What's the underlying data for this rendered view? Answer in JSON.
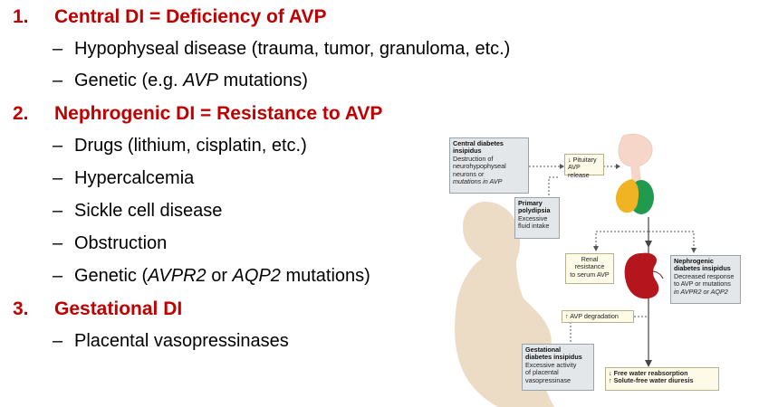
{
  "outline": [
    {
      "number": "1.",
      "heading": "Central DI = Deficiency of AVP",
      "items": [
        {
          "parts": [
            "Hypophyseal disease (trauma, tumor, granuloma, etc.)"
          ]
        },
        {
          "parts": [
            "Genetic (e.g. ",
            "AVP",
            " mutations)"
          ]
        }
      ]
    },
    {
      "number": "2.",
      "heading": "Nephrogenic DI = Resistance to AVP",
      "items": [
        {
          "parts": [
            "Drugs (lithium, cisplatin, etc.)"
          ]
        },
        {
          "parts": [
            "Hypercalcemia"
          ]
        },
        {
          "parts": [
            "Sickle cell disease"
          ]
        },
        {
          "parts": [
            "Obstruction"
          ]
        },
        {
          "parts": [
            "Genetic (",
            "AVPR2",
            " or ",
            "AQP2",
            " mutations)"
          ]
        }
      ]
    },
    {
      "number": "3.",
      "heading": "Gestational DI",
      "items": [
        {
          "parts": [
            "Placental vasopressinases"
          ]
        }
      ]
    }
  ],
  "dash": "–",
  "figure": {
    "central": {
      "title": [
        "Central diabetes",
        "insipidus"
      ],
      "lines": [
        "Destruction of",
        "neurohypophyseal",
        "neurons or"
      ],
      "em_line": "mutations in AVP"
    },
    "pituitary": {
      "lines": [
        "↓ Pituitary",
        "AVP release"
      ]
    },
    "primary": {
      "title": [
        "Primary",
        "polydipsia"
      ],
      "lines": [
        "Excessive",
        "fluid intake"
      ]
    },
    "renal": {
      "lines": [
        "Renal",
        "resistance",
        "to serum AVP"
      ]
    },
    "nephrogenic": {
      "title": [
        "Nephrogenic",
        "diabetes insipidus"
      ],
      "lines": [
        "Decreased response",
        "to AVP or mutations"
      ],
      "em_line": "in AVPR2 or AQP2"
    },
    "degradation": {
      "lines": [
        "↑ AVP degradation"
      ]
    },
    "gestational": {
      "title": [
        "Gestational",
        "diabetes insipidus"
      ],
      "lines": [
        "Excessive  activity",
        "of placental",
        "vasopressinase"
      ]
    },
    "outcome": {
      "lines": [
        "↓ Free water reabsorption",
        "↑ Solute-free water diuresis"
      ]
    },
    "colors": {
      "heading": "#c00000",
      "grey_box": "#e3e7ea",
      "cream_box": "#fdfbe8",
      "silhouette": "#ecdcc6",
      "kidney": "#b5161e",
      "pituitary_green": "#1f9a4e",
      "pituitary_yellow": "#f0b323",
      "hypothalamus": "#f5d6c8"
    }
  }
}
